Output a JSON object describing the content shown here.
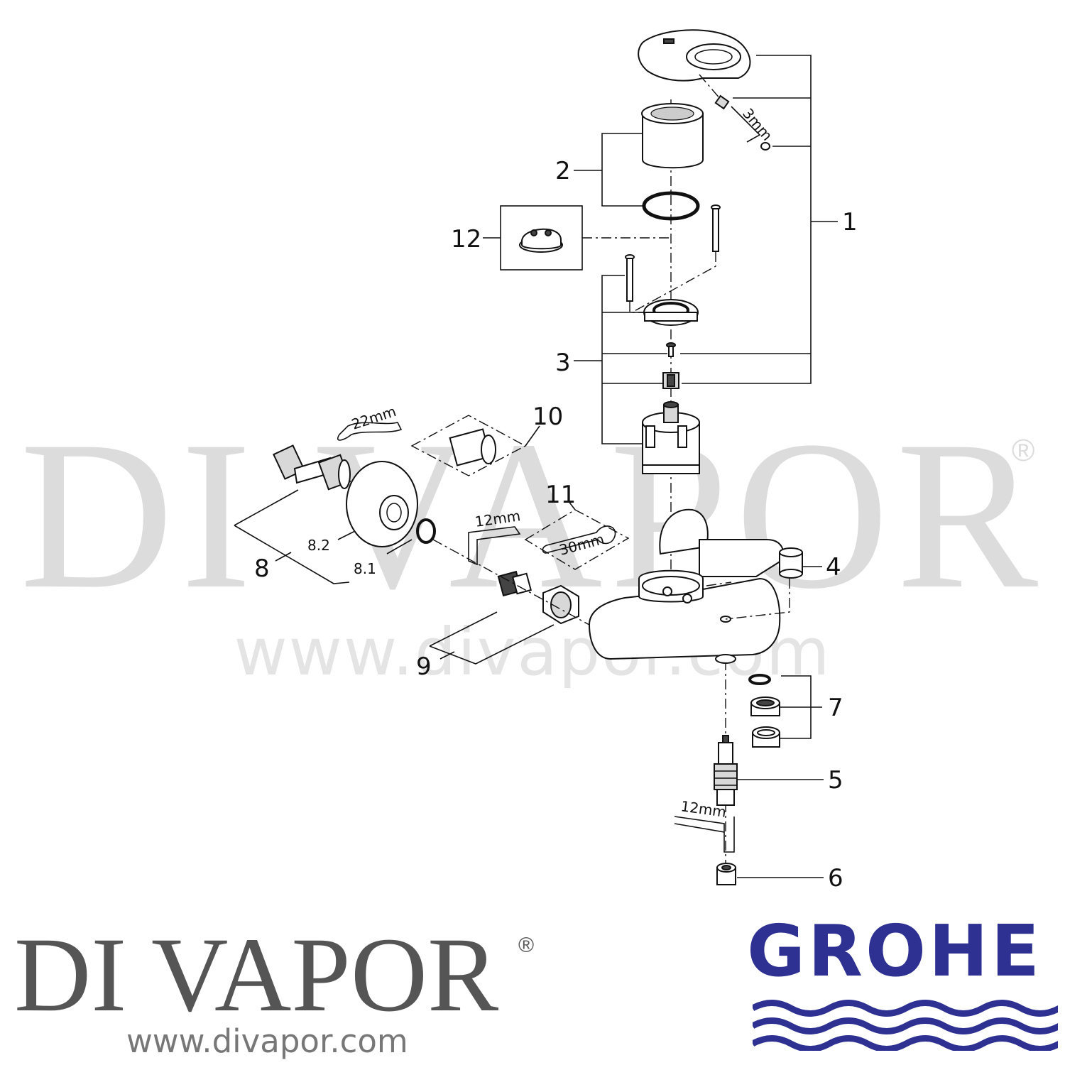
{
  "watermark": {
    "text": "DI VAPOR",
    "registered": "®",
    "url": "www.divapor.com"
  },
  "brand": {
    "name": "DI VAPOR",
    "registered": "®",
    "url": "www.divapor.com"
  },
  "manufacturer": {
    "logo_text": "GROHE",
    "color": "#2e3192"
  },
  "callouts": {
    "c1": "1",
    "c2": "2",
    "c3": "3",
    "c4": "4",
    "c5": "5",
    "c6": "6",
    "c7": "7",
    "c8": "8",
    "c8_1": "8.1",
    "c8_2": "8.2",
    "c9": "9",
    "c10": "10",
    "c11": "11",
    "c12": "12"
  },
  "tool_sizes": {
    "hex_key_top": "3mm",
    "spanner_left": "22mm",
    "spanner_mid": "30mm",
    "hex_key_left": "12mm",
    "hex_key_bottom": "12mm"
  }
}
